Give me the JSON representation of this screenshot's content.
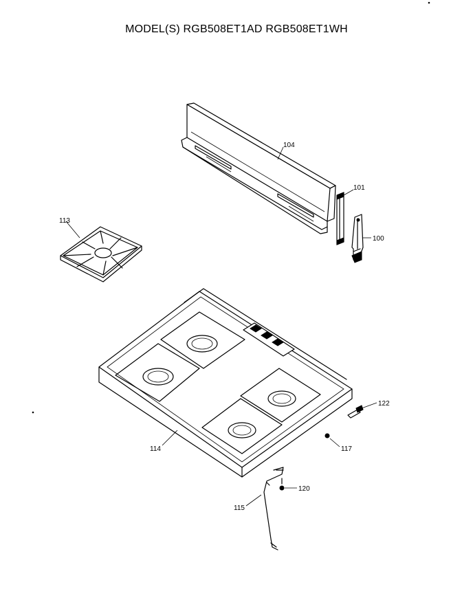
{
  "header": {
    "title": "MODEL(S) RGB508ET1AD  RGB508ET1WH"
  },
  "callouts": {
    "backguard": "104",
    "end_cap": "101",
    "bracket": "100",
    "grate": "113",
    "cooktop": "114",
    "orifice": "122",
    "plug": "117",
    "screw": "120",
    "rod": "115"
  }
}
